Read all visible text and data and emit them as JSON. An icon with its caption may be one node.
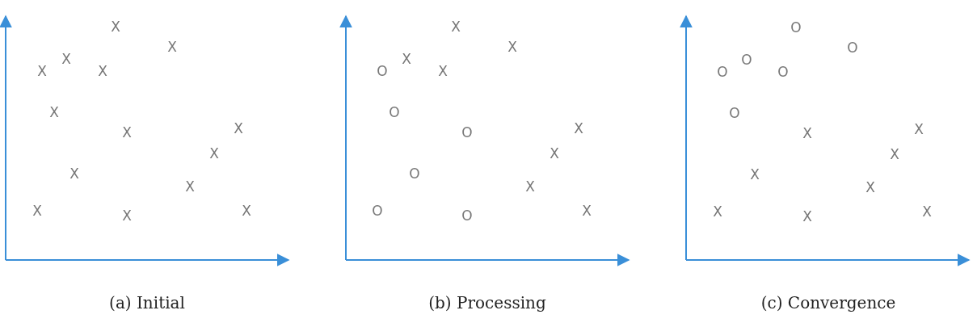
{
  "diagram": {
    "labels": [
      "X",
      "X",
      "X",
      "X",
      "X",
      "X",
      "X",
      "X",
      "X",
      "X",
      "X",
      "X",
      "X",
      "X",
      "(a) Initial",
      "X",
      "X",
      "X",
      "O",
      "X",
      "O",
      "X",
      "O",
      "X",
      "O",
      "X",
      "O",
      "X",
      "O",
      "(b) Processing",
      "O",
      "O",
      "O",
      "O",
      "O",
      "O",
      "X",
      "X",
      "X",
      "X",
      "X",
      "X",
      "X",
      "X",
      "(c) Convergence"
    ]
  }
}
